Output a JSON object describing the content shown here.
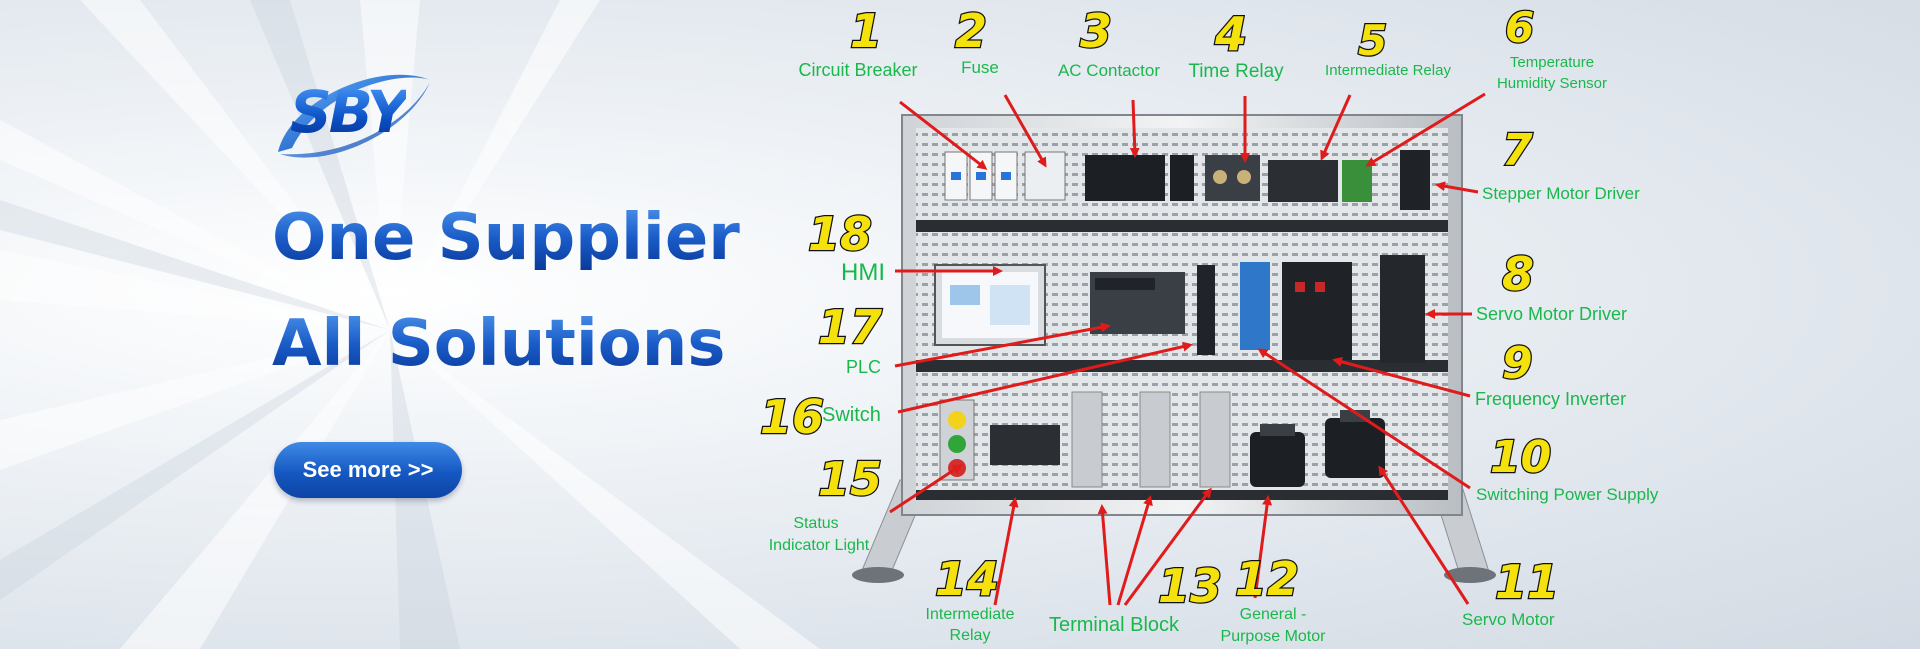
{
  "brand": {
    "logo_text": "SBY",
    "accent_color": "#1558c2",
    "label_color": "#1ab84c",
    "number_color": "#f5e20c",
    "arrow_color": "#e01b1b"
  },
  "hero": {
    "line1": "One Supplier",
    "line2": "All Solutions",
    "button_label": "See more >>"
  },
  "components": [
    {
      "num": "1",
      "label": "Circuit Breaker"
    },
    {
      "num": "2",
      "label": "Fuse"
    },
    {
      "num": "3",
      "label": "AC Contactor"
    },
    {
      "num": "4",
      "label": "Time Relay"
    },
    {
      "num": "5",
      "label": "Intermediate Relay"
    },
    {
      "num": "6",
      "label": "Temperature",
      "label2": "Humidity Sensor"
    },
    {
      "num": "7",
      "label": "Stepper Motor Driver"
    },
    {
      "num": "8",
      "label": "Servo Motor Driver"
    },
    {
      "num": "9",
      "label": "Frequency Inverter"
    },
    {
      "num": "10",
      "label": "Switching Power Supply"
    },
    {
      "num": "11",
      "label": "Servo Motor"
    },
    {
      "num": "12",
      "label": "General -",
      "label2": "Purpose Motor"
    },
    {
      "num": "13",
      "label": "Terminal Block"
    },
    {
      "num": "14",
      "label": "Intermediate",
      "label2": "Relay"
    },
    {
      "num": "15",
      "label": "Status",
      "label2": "Indicator Light"
    },
    {
      "num": "16",
      "label": "Switch"
    },
    {
      "num": "17",
      "label": "PLC"
    },
    {
      "num": "18",
      "label": "HMI"
    }
  ]
}
